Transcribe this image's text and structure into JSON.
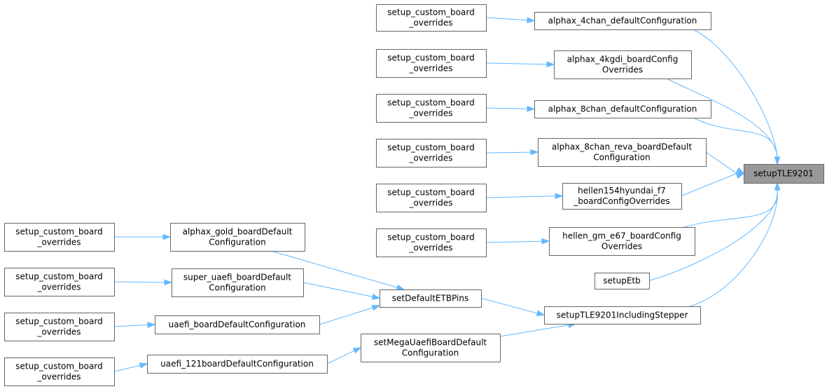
{
  "colors": {
    "edge": "#63b8ff",
    "node_border": "#666666",
    "root_fill": "#999999",
    "node_fill": "#ffffff"
  },
  "nodes": {
    "setupTLE9201": [
      "setupTLE9201"
    ],
    "alphax_4chan": [
      "alphax_4chan_defaultConfiguration"
    ],
    "alphax_4kgdi": [
      "alphax_4kgdi_boardConfig",
      "Overrides"
    ],
    "alphax_8chan": [
      "alphax_8chan_defaultConfiguration"
    ],
    "alphax_8chan_reva": [
      "alphax_8chan_reva_boardDefault",
      "Configuration"
    ],
    "hellen154": [
      "hellen154hyundai_f7",
      "_boardConfigOverrides"
    ],
    "hellen_gm": [
      "hellen_gm_e67_boardConfig",
      "Overrides"
    ],
    "setupEtb": [
      "setupEtb"
    ],
    "setupTLE9201Stepper": [
      "setupTLE9201IncludingStepper"
    ],
    "setDefaultETBPins": [
      "setDefaultETBPins"
    ],
    "setMegaUaefi": [
      "setMegaUaefiBoardDefault",
      "Configuration"
    ],
    "alphax_gold": [
      "alphax_gold_boardDefault",
      "Configuration"
    ],
    "super_uaefi": [
      "super_uaefi_boardDefault",
      "Configuration"
    ],
    "uaefi_board": [
      "uaefi_boardDefaultConfiguration"
    ],
    "uaefi_121": [
      "uaefi_121boardDefaultConfiguration"
    ],
    "scbo_1": [
      "setup_custom_board",
      "_overrides"
    ],
    "scbo_2": [
      "setup_custom_board",
      "_overrides"
    ],
    "scbo_3": [
      "setup_custom_board",
      "_overrides"
    ],
    "scbo_4": [
      "setup_custom_board",
      "_overrides"
    ],
    "scbo_5": [
      "setup_custom_board",
      "_overrides"
    ],
    "scbo_6": [
      "setup_custom_board",
      "_overrides"
    ],
    "scbo_7": [
      "setup_custom_board",
      "_overrides"
    ],
    "scbo_8": [
      "setup_custom_board",
      "_overrides"
    ],
    "scbo_9": [
      "setup_custom_board",
      "_overrides"
    ],
    "scbo_10": [
      "setup_custom_board",
      "_overrides"
    ]
  },
  "edges": [
    [
      "scbo_1",
      "alphax_4chan"
    ],
    [
      "scbo_2",
      "alphax_4kgdi"
    ],
    [
      "scbo_3",
      "alphax_8chan"
    ],
    [
      "scbo_4",
      "alphax_8chan_reva"
    ],
    [
      "scbo_5",
      "hellen154"
    ],
    [
      "scbo_6",
      "hellen_gm"
    ],
    [
      "scbo_7",
      "alphax_gold"
    ],
    [
      "scbo_8",
      "super_uaefi"
    ],
    [
      "scbo_9",
      "uaefi_board"
    ],
    [
      "scbo_10",
      "uaefi_121"
    ],
    [
      "alphax_gold",
      "setDefaultETBPins"
    ],
    [
      "super_uaefi",
      "setDefaultETBPins"
    ],
    [
      "uaefi_board",
      "setDefaultETBPins"
    ],
    [
      "uaefi_121",
      "setMegaUaefi"
    ],
    [
      "setDefaultETBPins",
      "setupTLE9201Stepper"
    ],
    [
      "setMegaUaefi",
      "setupTLE9201Stepper"
    ],
    [
      "alphax_4chan",
      "setupTLE9201"
    ],
    [
      "alphax_4kgdi",
      "setupTLE9201"
    ],
    [
      "alphax_8chan",
      "setupTLE9201"
    ],
    [
      "alphax_8chan_reva",
      "setupTLE9201"
    ],
    [
      "hellen154",
      "setupTLE9201"
    ],
    [
      "hellen_gm",
      "setupTLE9201"
    ],
    [
      "setupEtb",
      "setupTLE9201"
    ],
    [
      "setupTLE9201Stepper",
      "setupTLE9201"
    ]
  ]
}
